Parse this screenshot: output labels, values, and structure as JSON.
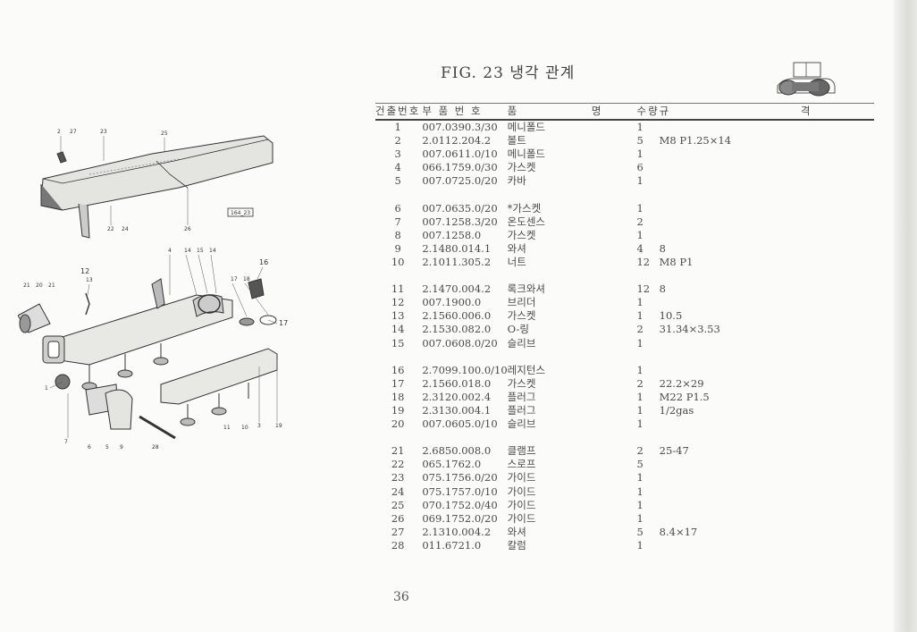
{
  "figure_title": "FIG. 23 냉각 관계",
  "page_number": "36",
  "table": {
    "headers": [
      "건출번호",
      "부 품 번 호",
      "품 명",
      "수량",
      "규 격"
    ],
    "groups": [
      [
        {
          "no": "1",
          "part": "007.0390.3/30",
          "name": "메니폴드",
          "qty": "1",
          "spec": ""
        },
        {
          "no": "2",
          "part": "2.0112.204.2",
          "name": "볼트",
          "qty": "5",
          "spec": "M8 P1.25×14"
        },
        {
          "no": "3",
          "part": "007.0611.0/10",
          "name": "메니폴드",
          "qty": "1",
          "spec": ""
        },
        {
          "no": "4",
          "part": "066.1759.0/30",
          "name": "가스켓",
          "qty": "6",
          "spec": ""
        },
        {
          "no": "5",
          "part": "007.0725.0/20",
          "name": "카바",
          "qty": "1",
          "spec": ""
        }
      ],
      [
        {
          "no": "6",
          "part": "007.0635.0/20",
          "name": "*가스켓",
          "qty": "1",
          "spec": ""
        },
        {
          "no": "7",
          "part": "007.1258.3/20",
          "name": "온도센스",
          "qty": "2",
          "spec": ""
        },
        {
          "no": "8",
          "part": "007.1258.0",
          "name": "가스켓",
          "qty": "1",
          "spec": ""
        },
        {
          "no": "9",
          "part": "2.1480.014.1",
          "name": "와셔",
          "qty": "4",
          "spec": "8"
        },
        {
          "no": "10",
          "part": "2.1011.305.2",
          "name": "너트",
          "qty": "12",
          "spec": "M8 P1"
        }
      ],
      [
        {
          "no": "11",
          "part": "2.1470.004.2",
          "name": "록크와셔",
          "qty": "12",
          "spec": "8"
        },
        {
          "no": "12",
          "part": "007.1900.0",
          "name": "브리더",
          "qty": "1",
          "spec": ""
        },
        {
          "no": "13",
          "part": "2.1560.006.0",
          "name": "가스켓",
          "qty": "1",
          "spec": "10.5"
        },
        {
          "no": "14",
          "part": "2.1530.082.0",
          "name": "O-링",
          "qty": "2",
          "spec": "31.34×3.53"
        },
        {
          "no": "15",
          "part": "007.0608.0/20",
          "name": "슬리브",
          "qty": "1",
          "spec": ""
        }
      ],
      [
        {
          "no": "16",
          "part": "2.7099.100.0/10",
          "name": "레지턴스",
          "qty": "1",
          "spec": ""
        },
        {
          "no": "17",
          "part": "2.1560.018.0",
          "name": "가스켓",
          "qty": "2",
          "spec": "22.2×29"
        },
        {
          "no": "18",
          "part": "2.3120.002.4",
          "name": "플러그",
          "qty": "1",
          "spec": "M22 P1.5"
        },
        {
          "no": "19",
          "part": "2.3130.004.1",
          "name": "플러그",
          "qty": "1",
          "spec": "1/2gas"
        },
        {
          "no": "20",
          "part": "007.0605.0/10",
          "name": "슬리브",
          "qty": "1",
          "spec": ""
        }
      ],
      [
        {
          "no": "21",
          "part": "2.6850.008.0",
          "name": "클램프",
          "qty": "2",
          "spec": "25-47"
        },
        {
          "no": "22",
          "part": "065.1762.0",
          "name": "스로프",
          "qty": "5",
          "spec": ""
        },
        {
          "no": "23",
          "part": "075.1756.0/20",
          "name": "가이드",
          "qty": "1",
          "spec": ""
        },
        {
          "no": "24",
          "part": "075.1757.0/10",
          "name": "가이드",
          "qty": "1",
          "spec": ""
        },
        {
          "no": "25",
          "part": "070.1752.0/40",
          "name": "가이드",
          "qty": "1",
          "spec": ""
        },
        {
          "no": "26",
          "part": "069.1752.0/20",
          "name": "가이드",
          "qty": "1",
          "spec": ""
        },
        {
          "no": "27",
          "part": "2.1310.004.2",
          "name": "와셔",
          "qty": "5",
          "spec": "8.4×17"
        },
        {
          "no": "28",
          "part": "011.6721.0",
          "name": "칼럼",
          "qty": "1",
          "spec": ""
        }
      ]
    ]
  },
  "diagram": {
    "box_label": "164_23",
    "callouts_top": [
      "2",
      "27",
      "23",
      "25",
      "22",
      "24",
      "26"
    ],
    "callouts_bottom": [
      "4",
      "14",
      "15",
      "14",
      "16",
      "12",
      "13",
      "21",
      "20",
      "21",
      "17",
      "18",
      "17",
      "1",
      "7",
      "6",
      "5",
      "9",
      "28",
      "11",
      "10",
      "3",
      "19"
    ]
  },
  "icons": {
    "tractor": "tractor-icon"
  }
}
